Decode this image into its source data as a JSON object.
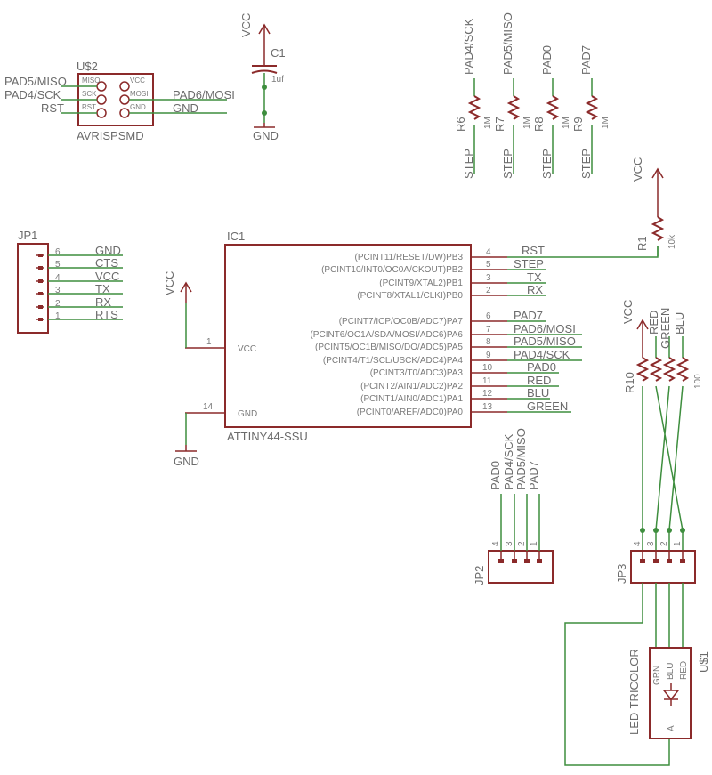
{
  "schematic": {
    "net_labels": {
      "vcc": "VCC",
      "gnd": "GND",
      "step": "STEP",
      "pad0": "PAD0",
      "pad4_sck": "PAD4/SCK",
      "pad5_miso": "PAD5/MISO",
      "pad6_mosi": "PAD6/MOSI",
      "pad7": "PAD7",
      "rst": "RST",
      "tx": "TX",
      "rx": "RX",
      "red": "RED",
      "green": "GREEN",
      "blu": "BLU",
      "cts": "CTS",
      "rts": "RTS"
    },
    "usb2": {
      "name": "U$2",
      "part": "AVRISPSMD",
      "pins": [
        "MISO",
        "SCK",
        "RST",
        "VCC",
        "MOSI",
        "GND"
      ]
    },
    "c1": {
      "name": "C1",
      "value": "1uf"
    },
    "resistors": [
      {
        "name": "R6",
        "value": "1M"
      },
      {
        "name": "R7",
        "value": "1M"
      },
      {
        "name": "R8",
        "value": "1M"
      },
      {
        "name": "R9",
        "value": "1M"
      },
      {
        "name": "R1",
        "value": "10k"
      },
      {
        "name": "R10",
        "value": "100"
      }
    ],
    "jp1": {
      "name": "JP1",
      "pins": [
        "6",
        "5",
        "4",
        "3",
        "2",
        "1"
      ]
    },
    "ic1": {
      "name": "IC1",
      "part": "ATTINY44-SSU",
      "power_pins": [
        {
          "num": "1",
          "label": "VCC"
        },
        {
          "num": "14",
          "label": "GND"
        }
      ],
      "pins": [
        {
          "num": "4",
          "label": "(PCINT11/RESET/DW)PB3"
        },
        {
          "num": "5",
          "label": "(PCINT10/INT0/OC0A/CKOUT)PB2"
        },
        {
          "num": "3",
          "label": "(PCINT9/XTAL2)PB1"
        },
        {
          "num": "2",
          "label": "(PCINT8/XTAL1/CLKI)PB0"
        },
        {
          "num": "6",
          "label": "(PCINT7/ICP/OC0B/ADC7)PA7"
        },
        {
          "num": "7",
          "label": "(PCINT6/OC1A/SDA/MOSI/ADC6)PA6"
        },
        {
          "num": "8",
          "label": "(PCINT5/OC1B/MISO/DO/ADC5)PA5"
        },
        {
          "num": "9",
          "label": "(PCINT4/T1/SCL/USCK/ADC4)PA4"
        },
        {
          "num": "10",
          "label": "(PCINT3/T0/ADC3)PA3"
        },
        {
          "num": "11",
          "label": "(PCINT2/AIN1/ADC2)PA2"
        },
        {
          "num": "12",
          "label": "(PCINT1/AIN0/ADC1)PA1"
        },
        {
          "num": "13",
          "label": "(PCINT0/AREF/ADC0)PA0"
        }
      ]
    },
    "jp2": {
      "name": "JP2",
      "pins": [
        "4",
        "3",
        "2",
        "1"
      ]
    },
    "jp3": {
      "name": "JP3",
      "pins": [
        "4",
        "3",
        "2",
        "1"
      ]
    },
    "led": {
      "name": "U$1",
      "part": "LED-TRICOLOR",
      "pins": [
        "GRN",
        "BLU",
        "RED"
      ],
      "anode": "A"
    }
  }
}
